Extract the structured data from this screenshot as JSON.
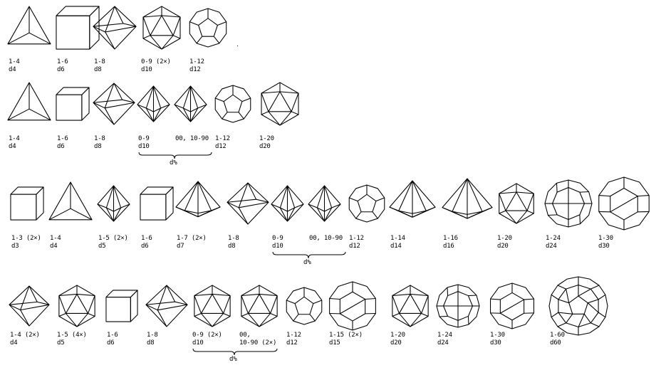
{
  "rows": [
    {
      "dice": [
        {
          "shape": "tetra",
          "range": "1-4",
          "name": "d4"
        },
        {
          "shape": "cube",
          "range": "1-6",
          "name": "d6"
        },
        {
          "shape": "octa",
          "range": "1-8",
          "name": "d8"
        },
        {
          "shape": "icosa",
          "range": "0-9 (2×)",
          "name": "d10"
        },
        {
          "shape": "dodeca",
          "range": "1-12",
          "name": "d12"
        }
      ]
    },
    {
      "dice": [
        {
          "shape": "tetra",
          "range": "1-4",
          "name": "d4"
        },
        {
          "shape": "cube",
          "range": "1-6",
          "name": "d6"
        },
        {
          "shape": "octa",
          "range": "1-8",
          "name": "d8"
        },
        {
          "shape": "trap",
          "range": "0-9",
          "name": "d10"
        },
        {
          "shape": "trap",
          "range": "00, 10-90",
          "name": ""
        },
        {
          "shape": "dodeca",
          "range": "1-12",
          "name": "d12"
        },
        {
          "shape": "icosa",
          "range": "1-20",
          "name": "d20"
        }
      ],
      "brace": {
        "label": "d%"
      }
    },
    {
      "dice": [
        {
          "shape": "cube",
          "range": "1-3 (2×)",
          "name": "d3"
        },
        {
          "shape": "tetra",
          "range": "1-4",
          "name": "d4"
        },
        {
          "shape": "trap",
          "range": "1-5 (2×)",
          "name": "d5"
        },
        {
          "shape": "cube",
          "range": "1-6",
          "name": "d6"
        },
        {
          "shape": "bipyr",
          "range": "1-7 (2×)",
          "name": "d7"
        },
        {
          "shape": "octa",
          "range": "1-8",
          "name": "d8"
        },
        {
          "shape": "trap",
          "range": "0-9",
          "name": "d10"
        },
        {
          "shape": "trap",
          "range": "00, 10-90",
          "name": ""
        },
        {
          "shape": "dodeca",
          "range": "1-12",
          "name": "d12"
        },
        {
          "shape": "bipyr",
          "range": "1-14",
          "name": "d14"
        },
        {
          "shape": "bipyr",
          "range": "1-16",
          "name": "d16"
        },
        {
          "shape": "icosa",
          "range": "1-20",
          "name": "d20"
        },
        {
          "shape": "deltoid",
          "range": "1-24",
          "name": "d24"
        },
        {
          "shape": "rhombic",
          "range": "1-30",
          "name": "d30"
        }
      ],
      "brace": {
        "label": "d%"
      }
    },
    {
      "dice": [
        {
          "shape": "octa",
          "range": "1-4 (2×)",
          "name": "d4"
        },
        {
          "shape": "icosa",
          "range": "1-5 (4×)",
          "name": "d5"
        },
        {
          "shape": "cube",
          "range": "1-6",
          "name": "d6"
        },
        {
          "shape": "octa",
          "range": "1-8",
          "name": "d8"
        },
        {
          "shape": "icosa",
          "range": "0-9 (2×)",
          "name": "d10"
        },
        {
          "shape": "icosa",
          "range": "00,\n10-90 (2×)",
          "name": ""
        },
        {
          "shape": "dodeca",
          "range": "1-12",
          "name": "d12"
        },
        {
          "shape": "rhombic",
          "range": "1-15 (2×)",
          "name": "d15"
        },
        {
          "shape": "icosa",
          "range": "1-20",
          "name": "d20"
        },
        {
          "shape": "deltoid",
          "range": "1-24",
          "name": "d24"
        },
        {
          "shape": "rhombic",
          "range": "1-30",
          "name": "d30"
        },
        {
          "shape": "hexeco",
          "range": "1-60",
          "name": "d60"
        }
      ],
      "brace": {
        "label": "d%"
      }
    }
  ]
}
